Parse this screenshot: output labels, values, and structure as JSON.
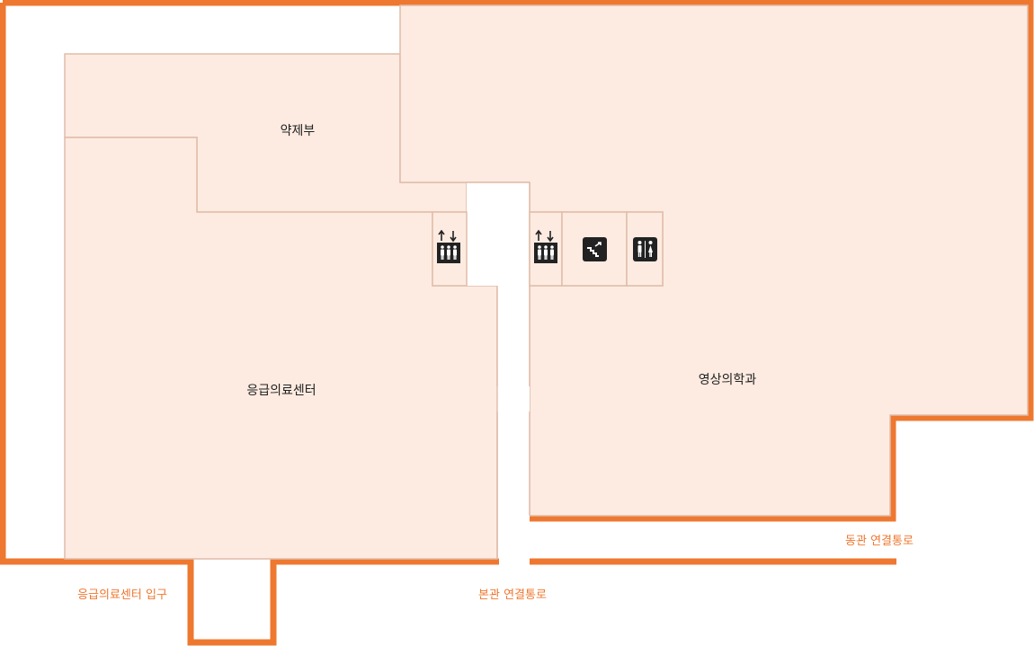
{
  "colors": {
    "room_fill": "#fdebe1",
    "room_stroke": "#e0bcaa",
    "outer_wall": "#ee7830",
    "icon_bg": "#222222",
    "label_text": "#222222",
    "exit_label": "#ee7830"
  },
  "rooms": [
    {
      "id": "pharmacy",
      "label": "약제부"
    },
    {
      "id": "emergency",
      "label": "응급의료센터"
    },
    {
      "id": "radiology",
      "label": "영상의학과"
    }
  ],
  "facilities": [
    {
      "id": "elevator-west",
      "icon": "elevator-icon"
    },
    {
      "id": "elevator-east",
      "icon": "elevator-icon"
    },
    {
      "id": "stairs",
      "icon": "stairs-icon"
    },
    {
      "id": "restroom",
      "icon": "restroom-icon"
    }
  ],
  "exits": {
    "emergency_entrance": "응급의료센터 입구",
    "main_building_link": "본관 연결통로",
    "east_building_link": "동관 연결통로"
  }
}
